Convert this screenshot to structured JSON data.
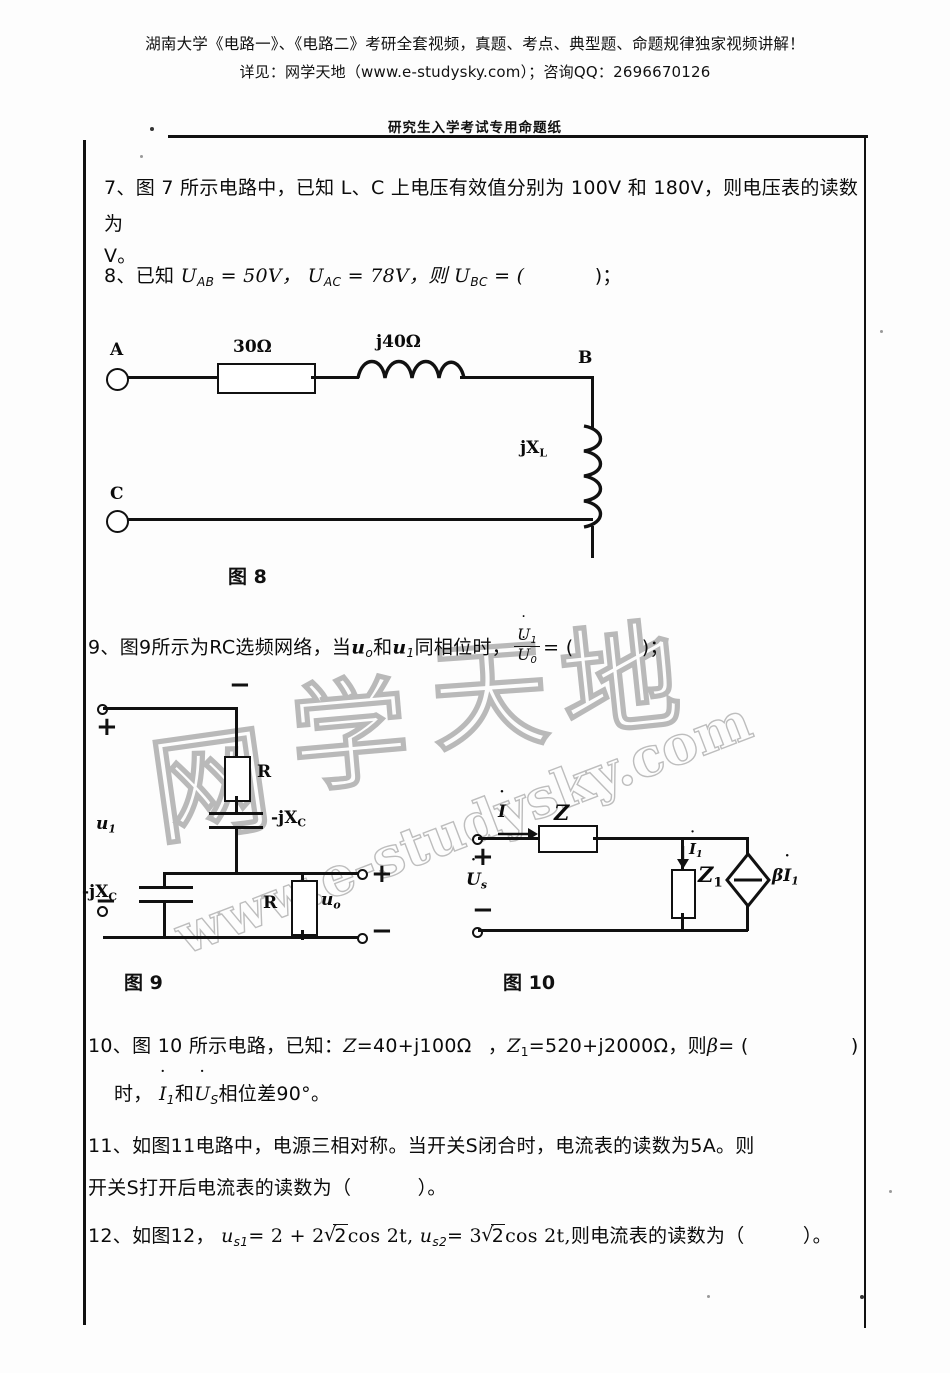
{
  "promo": {
    "line1": "湖南大学《电路一》、《电路二》考研全套视频，真题、考点、典型题、命题规律独家视频讲解！",
    "line2": "详见：网学天地（www.e-studysky.com）；咨询QQ：2696670126"
  },
  "sheet": {
    "title": "研究生入学考试专用命题纸"
  },
  "questions": {
    "q7": {
      "number": "7",
      "text_a": "、图 7 所示电路中，已知 L、C 上电压有效值分别为 100V 和 180V，则电压表的读数为",
      "text_b": "V。",
      "values": {
        "u_L": "100V",
        "u_C": "180V"
      }
    },
    "q8": {
      "number": "8",
      "prefix": "、已知",
      "u_ab": "U",
      "u_ab_sub": "AB",
      "u_ab_val": "= 50V，",
      "u_ac": "U",
      "u_ac_sub": "AC",
      "u_ac_val": "= 78V，则",
      "u_bc": "U",
      "u_bc_sub": "BC",
      "u_bc_val": "= (",
      "suffix": ")；"
    },
    "q9": {
      "number": "9",
      "text_a": "、图9所示为RC选频网络，当",
      "u_o": "u",
      "u_o_sub": "o",
      "mid": "和",
      "u_1": "u",
      "u_1_sub": "1",
      "text_b": "同相位时，",
      "frac_num": "U",
      "frac_num_sub": "1",
      "frac_den": "U",
      "frac_den_sub": "0",
      "eq": "= (",
      "suffix": ")；"
    },
    "q10": {
      "number": "10",
      "line1_a": "、图 10 所示电路，已知：",
      "z_label": "Z",
      "z_value": "=40+j100",
      "ohm": "Ω",
      "z1_label": "Z",
      "z1_sub": "1",
      "z1_value": "=520+j2000",
      "then": "，则",
      "beta": "β",
      "beta_eq": "= (",
      "line1_end": ")",
      "line2_a": "时，",
      "line2_i": "I",
      "line2_i_sub": "1",
      "line2_mid": "和",
      "line2_u": "U",
      "line2_u_sub": "S",
      "line2_end": "相位差90°。"
    },
    "q11": {
      "number": "11",
      "line1": "、如图11电路中，电源三相对称。当开关S闭合时，电流表的读数为5A。则",
      "line2": "开关S打开后电流表的读数为（",
      "line2_end": "）。",
      "reading": "5A"
    },
    "q12": {
      "number": "12",
      "prefix": "、如图12，",
      "us1": "u",
      "us1_sub": "s1",
      "us1_val_a": "= 2 + 2",
      "us1_rad": "2",
      "us1_val_b": "cos 2t,",
      "us2": "u",
      "us2_sub": "s2",
      "us2_val_a": "= 3",
      "us2_rad": "2",
      "us2_val_b": "cos 2t,",
      "tail": "则电流表的读数为（",
      "tail_end": "）。"
    }
  },
  "figure8": {
    "caption": "图 8",
    "terminal_a": "A",
    "terminal_b": "B",
    "terminal_c": "C",
    "resistor": "30Ω",
    "inductor_series": "j40Ω",
    "inductor_branch_j": "jX",
    "inductor_branch_sub": "L"
  },
  "figure9": {
    "caption": "图 9",
    "input_label": "u",
    "input_sub": "1",
    "output_label": "u",
    "output_sub": "o",
    "resistor_top": "R",
    "resistor_bottom": "R",
    "cap_series": "-jX",
    "cap_series_sub": "C",
    "cap_shunt": "-jX",
    "cap_shunt_sub": "C",
    "sign_in_plus": "+",
    "sign_in_minus": "−",
    "sign_top_minus": "−",
    "sign_out_plus": "+",
    "sign_out_minus": "−"
  },
  "figure10": {
    "caption": "图 10",
    "source_label": "U",
    "source_sub": "s",
    "current_label": "I",
    "z_label": "Z",
    "z1_label": "Z",
    "z1_sub": "1",
    "branch_current": "I",
    "branch_current_sub": "1",
    "dep_source_beta": "β",
    "dep_source_i": "I",
    "dep_source_sub": "1",
    "sign_plus": "+",
    "sign_minus": "−"
  },
  "watermark": {
    "chars": [
      "网",
      "学",
      "天",
      "地"
    ],
    "url": "www.e-studysky.com"
  }
}
